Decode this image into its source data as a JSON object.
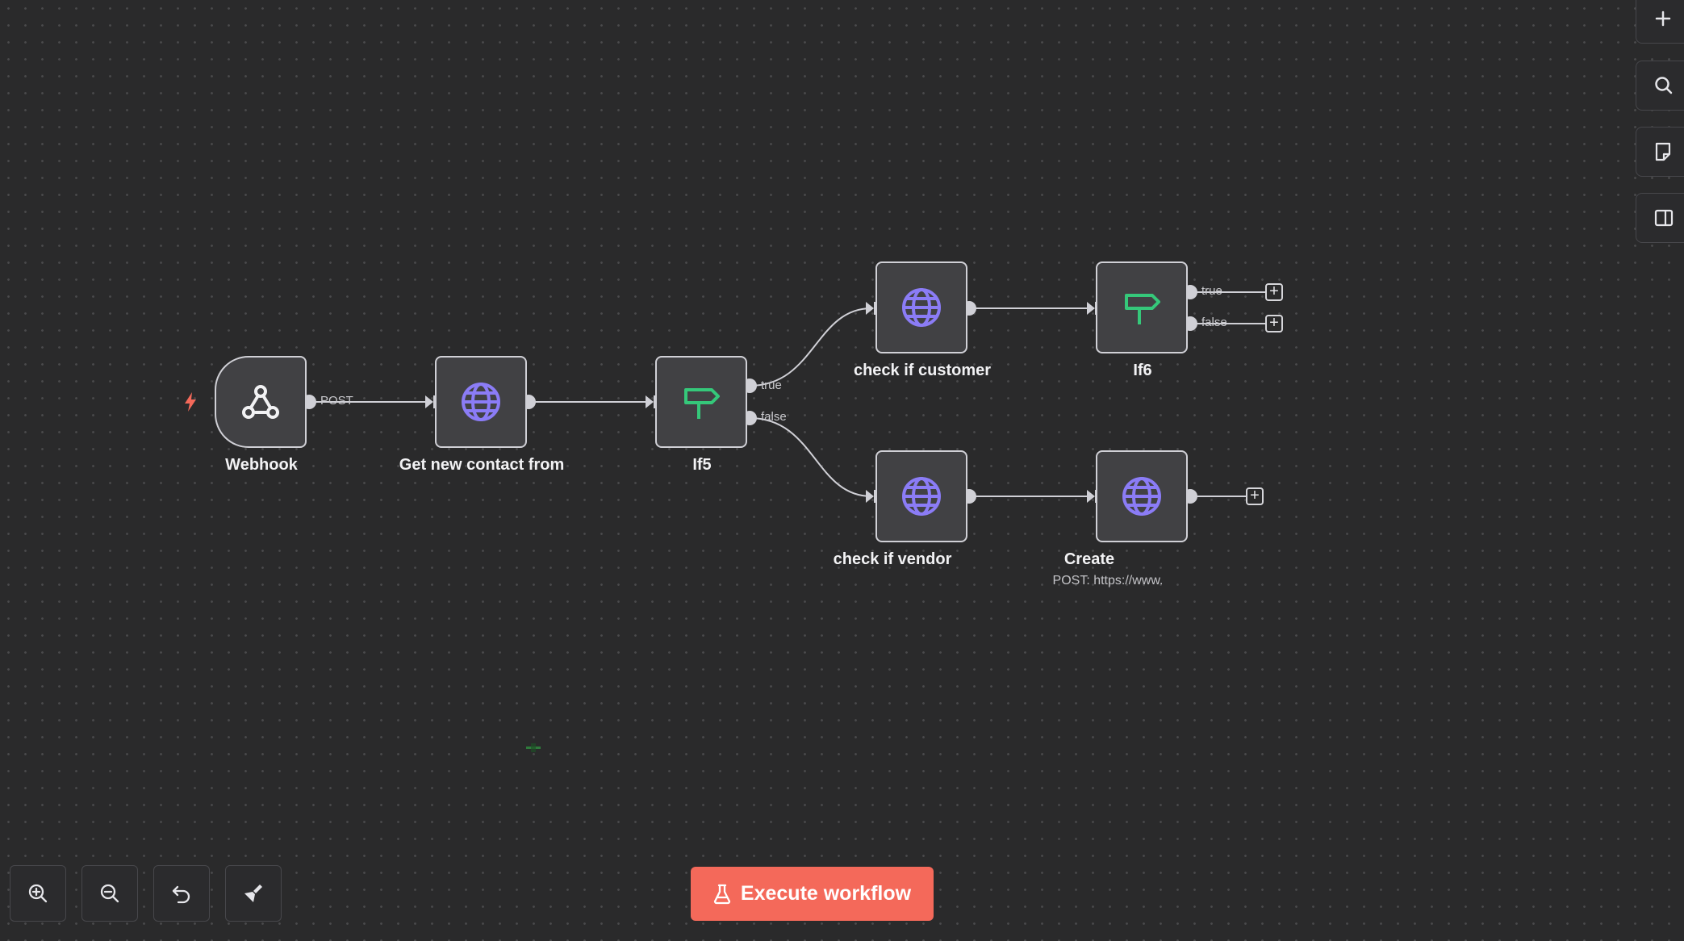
{
  "nodes": {
    "webhook": {
      "label": "Webhook",
      "icon": "webhook-icon"
    },
    "get_contact": {
      "label": "Get new contact from",
      "icon": "globe-icon"
    },
    "if5": {
      "label": "If5",
      "icon": "signpost-icon"
    },
    "check_customer": {
      "label": "check if customer",
      "icon": "globe-icon"
    },
    "if6": {
      "label": "If6",
      "icon": "signpost-icon"
    },
    "check_vendor": {
      "label": "check if vendor",
      "icon": "globe-icon"
    },
    "create": {
      "label": "Create",
      "subtitle": "POST: https://www.",
      "icon": "globe-icon"
    }
  },
  "connections": {
    "webhook_output_label": "POST",
    "true_label": "true",
    "false_label": "false"
  },
  "toolbar": {
    "execute_label": "Execute workflow",
    "zoom_in": "zoom-in-icon",
    "zoom_out": "zoom-out-icon",
    "reset": "undo-icon",
    "tidy": "broom-icon"
  },
  "side_panel": [
    "plus-icon",
    "search-icon",
    "sticky-note-icon",
    "panel-icon"
  ],
  "colors": {
    "accent": "#f4695a",
    "globe": "#8b7cf6",
    "branch": "#35c87a",
    "trigger_bolt": "#f4695a"
  }
}
